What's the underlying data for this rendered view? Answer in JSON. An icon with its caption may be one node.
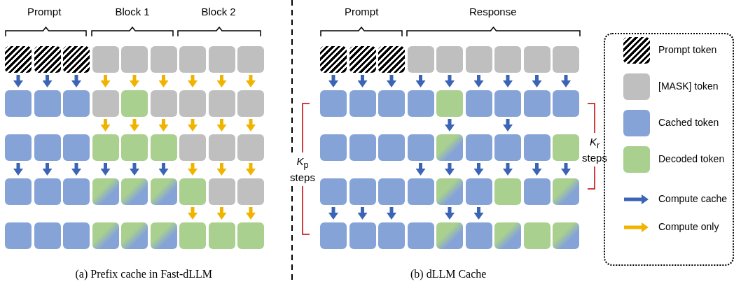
{
  "diagram": {
    "nodes": [
      {
        "text": [],
        "shape": "box"
      },
      {
        "text": [],
        "shape": "box"
      },
      {
        "text": [],
        "shape": "box"
      },
      {
        "text": [],
        "shape": "box"
      },
      {
        "text": [],
        "shape": "box"
      },
      {
        "text": [],
        "shape": "box"
      },
      {
        "text": [],
        "shape": "box"
      },
      {
        "text": [],
        "shape": "box"
      },
      {
        "text": [],
        "shape": "box"
      },
      {
        "text": [],
        "shape": "box"
      },
      {
        "text": [],
        "shape": "box"
      },
      {
        "text": [],
        "shape": "box"
      },
      {
        "text": [],
        "shape": "box"
      },
      {
        "text": [],
        "shape": "box"
      },
      {
        "text": [],
        "shape": "box"
      },
      {
        "text": [],
        "shape": "box"
      },
      {
        "text": [],
        "shape": "box"
      },
      {
        "text": [],
        "shape": "box"
      },
      {
        "text": [],
        "shape": "box"
      },
      {
        "text": [],
        "shape": "box"
      },
      {
        "text": [],
        "shape": "box"
      },
      {
        "text": [],
        "shape": "box"
      },
      {
        "text": [],
        "shape": "box"
      },
      {
        "text": [],
        "shape": "box"
      },
      {
        "text": [],
        "shape": "box"
      },
      {
        "text": [],
        "shape": "box"
      },
      {
        "text": [],
        "shape": "box"
      },
      {
        "text": [],
        "shape": "box"
      },
      {
        "text": [],
        "shape": "box"
      },
      {
        "text": [],
        "shape": "box"
      },
      {
        "text": [],
        "shape": "box"
      },
      {
        "text": [],
        "shape": "box"
      },
      {
        "text": [],
        "shape": "box"
      },
      {
        "text": [],
        "shape": "box"
      },
      {
        "text": [],
        "shape": "box"
      },
      {
        "text": [],
        "shape": "box"
      },
      {
        "text": [],
        "shape": "box"
      },
      {
        "text": [],
        "shape": "box"
      },
      {
        "text": [],
        "shape": "box"
      },
      {
        "text": [],
        "shape": "box"
      },
      {
        "text": [],
        "shape": "box"
      },
      {
        "text": [],
        "shape": "box"
      },
      {
        "text": [],
        "shape": "box"
      },
      {
        "text": [],
        "shape": "box"
      },
      {
        "text": [],
        "shape": "box"
      },
      {
        "text": [],
        "shape": "box"
      },
      {
        "text": [],
        "shape": "box"
      },
      {
        "text": [],
        "shape": "box"
      },
      {
        "text": [],
        "shape": "box"
      },
      {
        "text": [],
        "shape": "box"
      },
      {
        "text": [],
        "shape": "box"
      },
      {
        "text": [],
        "shape": "box"
      },
      {
        "text": [],
        "shape": "box"
      },
      {
        "text": [],
        "shape": "box"
      },
      {
        "text": [],
        "shape": "box"
      },
      {
        "text": [],
        "shape": "box"
      },
      {
        "text": [],
        "shape": "box"
      },
      {
        "text": [],
        "shape": "box"
      },
      {
        "text": [],
        "shape": "box"
      },
      {
        "text": [],
        "shape": "box"
      },
      {
        "text": [],
        "shape": "box"
      },
      {
        "text": [],
        "shape": "box"
      },
      {
        "text": [],
        "shape": "box"
      },
      {
        "text": [],
        "shape": "box"
      },
      {
        "text": [],
        "shape": "box"
      },
      {
        "text": [],
        "shape": "box"
      },
      {
        "text": [],
        "shape": "box"
      },
      {
        "text": [],
        "shape": "box"
      },
      {
        "text": [],
        "shape": "box"
      },
      {
        "text": [],
        "shape": "box"
      },
      {
        "text": [],
        "shape": "box"
      },
      {
        "text": [],
        "shape": "box"
      },
      {
        "text": [],
        "shape": "box"
      },
      {
        "text": [],
        "shape": "box"
      },
      {
        "text": [],
        "shape": "box"
      },
      {
        "text": [],
        "shape": "box"
      },
      {
        "text": [],
        "shape": "box"
      },
      {
        "text": [],
        "shape": "box"
      },
      {
        "text": [],
        "shape": "box"
      },
      {
        "text": [],
        "shape": "box"
      },
      {
        "text": [],
        "shape": "box"
      },
      {
        "text": [],
        "shape": "box"
      },
      {
        "text": [],
        "shape": "box"
      },
      {
        "text": [],
        "shape": "box"
      },
      {
        "text": [],
        "shape": "box"
      },
      {
        "text": [],
        "shape": "box"
      },
      {
        "text": [],
        "shape": "box"
      },
      {
        "text": [],
        "shape": "box"
      },
      {
        "text": [],
        "shape": "box"
      },
      {
        "text": [],
        "shape": "box"
      }
    ],
    "edges": [
      {
        "from": 0,
        "to": 9,
        "arrow": "to"
      },
      {
        "from": 1,
        "to": 10,
        "arrow": "to"
      },
      {
        "from": 2,
        "to": 11,
        "arrow": "to"
      },
      {
        "from": 3,
        "to": 12,
        "arrow": "to",
        "color": "#f0b400"
      },
      {
        "from": 4,
        "to": 13,
        "arrow": "to",
        "color": "#f0b400"
      },
      {
        "from": 5,
        "to": 14,
        "arrow": "to",
        "color": "#f0b400"
      },
      {
        "from": 6,
        "to": 15,
        "arrow": "to",
        "color": "#f0b400"
      },
      {
        "from": 7,
        "to": 16,
        "arrow": "to",
        "color": "#f0b400"
      },
      {
        "from": 8,
        "to": 17,
        "arrow": "to",
        "color": "#f0b400"
      },
      {
        "from": 12,
        "to": 21,
        "arrow": "to",
        "color": "#f0b400"
      },
      {
        "from": 13,
        "to": 22,
        "arrow": "to",
        "color": "#f0b400"
      },
      {
        "from": 14,
        "to": 23,
        "arrow": "to",
        "color": "#f0b400"
      },
      {
        "from": 15,
        "to": 24,
        "arrow": "to",
        "color": "#f0b400"
      },
      {
        "from": 16,
        "to": 25,
        "arrow": "to",
        "color": "#f0b400"
      },
      {
        "from": 17,
        "to": 26,
        "arrow": "to",
        "color": "#f0b400"
      },
      {
        "from": 18,
        "to": 27,
        "arrow": "to"
      },
      {
        "from": 19,
        "to": 28,
        "arrow": "to"
      },
      {
        "from": 20,
        "to": 29,
        "arrow": "to"
      },
      {
        "from": 21,
        "to": 30,
        "arrow": "to"
      },
      {
        "from": 22,
        "to": 31,
        "arrow": "to"
      },
      {
        "from": 23,
        "to": 32,
        "arrow": "to"
      },
      {
        "from": 24,
        "to": 33,
        "arrow": "to",
        "color": "#f0b400"
      },
      {
        "from": 25,
        "to": 34,
        "arrow": "to",
        "color": "#f0b400"
      },
      {
        "from": 26,
        "to": 35,
        "arrow": "to",
        "color": "#f0b400"
      },
      {
        "from": 33,
        "to": 42,
        "arrow": "to",
        "color": "#f0b400"
      },
      {
        "from": 34,
        "to": 43,
        "arrow": "to",
        "color": "#f0b400"
      },
      {
        "from": 35,
        "to": 44,
        "arrow": "to",
        "color": "#f0b400"
      },
      {
        "from": 45,
        "to": 54,
        "arrow": "to"
      },
      {
        "from": 46,
        "to": 55,
        "arrow": "to"
      },
      {
        "from": 47,
        "to": 56,
        "arrow": "to"
      },
      {
        "from": 48,
        "to": 57,
        "arrow": "to"
      },
      {
        "from": 49,
        "to": 58,
        "arrow": "to"
      },
      {
        "from": 50,
        "to": 59,
        "arrow": "to"
      },
      {
        "from": 51,
        "to": 60,
        "arrow": "to"
      },
      {
        "from": 52,
        "to": 61,
        "arrow": "to"
      },
      {
        "from": 53,
        "to": 62,
        "arrow": "to"
      },
      {
        "from": 58,
        "to": 67,
        "arrow": "to"
      },
      {
        "from": 60,
        "to": 69,
        "arrow": "to"
      },
      {
        "from": 66,
        "to": 75,
        "arrow": "to"
      },
      {
        "from": 67,
        "to": 76,
        "arrow": "to"
      },
      {
        "from": 68,
        "to": 77,
        "arrow": "to"
      },
      {
        "from": 69,
        "to": 78,
        "arrow": "to"
      },
      {
        "from": 70,
        "to": 79,
        "arrow": "to"
      },
      {
        "from": 71,
        "to": 80,
        "arrow": "to"
      },
      {
        "from": 72,
        "to": 81,
        "arrow": "to"
      },
      {
        "from": 73,
        "to": 82,
        "arrow": "to"
      },
      {
        "from": 74,
        "to": 83,
        "arrow": "to"
      },
      {
        "from": 76,
        "to": 85,
        "arrow": "to"
      },
      {
        "from": 77,
        "to": 86,
        "arrow": "to"
      }
    ],
    "labels": [
      "Prompt",
      "Block 1",
      "Block 2",
      "Prompt",
      "Response",
      "*K*$_{p}$ steps",
      "*K*$_{r}$ steps",
      "(a) Prefix cache in Fast-dLLM",
      "(b) dLLM Cache"
    ],
    "legend": [
      {
        "text": "Prompt token"
      },
      {
        "text": "[MASK] token",
        "color": "#bfbfbf"
      },
      {
        "text": "Cached token",
        "color": "#86a3d8"
      },
      {
        "text": "Decoded token",
        "color": "#a9d08e"
      },
      {
        "text": "Compute cache"
      },
      {
        "text": "Compute only"
      }
    ]
  }
}
